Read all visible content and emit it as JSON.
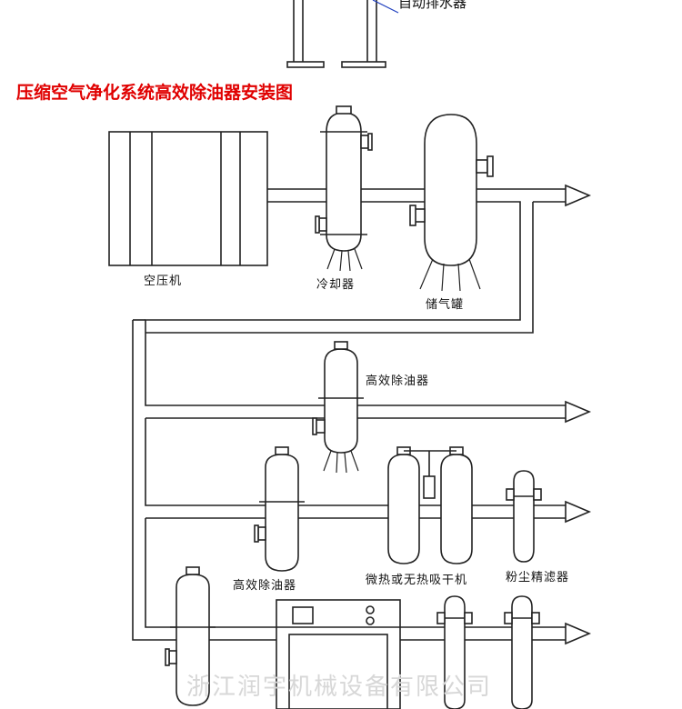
{
  "title": {
    "text": "压缩空气净化系统高效除油器安装图",
    "color": "#e00000"
  },
  "top_callout": "自动排水器",
  "labels": {
    "compressor": "空压机",
    "cooler": "冷却器",
    "tank": "储气罐",
    "filter_upper": "高效除油器",
    "filter_middle": "高效除油器",
    "dryer": "微热或无热吸干机",
    "dust_filter": "粉尘精滤器"
  },
  "watermark": "浙江润宇机械设备有限公司",
  "colors": {
    "line": "#222222",
    "title": "#e00000",
    "callout": "#1f3fbf"
  }
}
